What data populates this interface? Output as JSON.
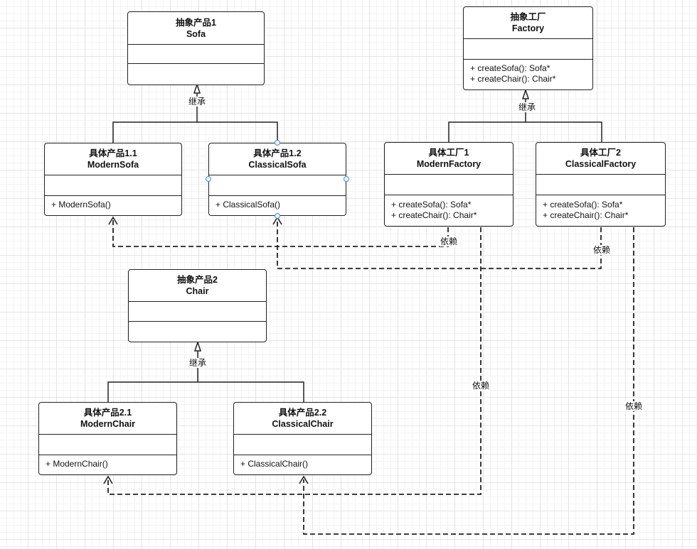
{
  "diagram": {
    "classes": {
      "sofa": {
        "stereotype": "抽象产品1",
        "name": "Sofa",
        "operations": []
      },
      "modern_sofa": {
        "stereotype": "具体产品1.1",
        "name": "ModernSofa",
        "operations": [
          "+ ModernSofa()"
        ]
      },
      "classical_sofa": {
        "stereotype": "具体产品1.2",
        "name": "ClassicalSofa",
        "operations": [
          "+ ClassicalSofa()"
        ]
      },
      "factory": {
        "stereotype": "抽象工厂",
        "name": "Factory",
        "operations": [
          "+ createSofa(): Sofa*",
          "+ createChair(): Chair*"
        ]
      },
      "modern_factory": {
        "stereotype": "具体工厂1",
        "name": "ModernFactory",
        "operations": [
          "+ createSofa(): Sofa*",
          "+ createChair(): Chair*"
        ]
      },
      "classical_factory": {
        "stereotype": "具体工厂2",
        "name": "ClassicalFactory",
        "operations": [
          "+ createSofa(): Sofa*",
          "+ createChair(): Chair*"
        ]
      },
      "chair": {
        "stereotype": "抽象产品2",
        "name": "Chair",
        "operations": []
      },
      "modern_chair": {
        "stereotype": "具体产品2.1",
        "name": "ModernChair",
        "operations": [
          "+ ModernChair()"
        ]
      },
      "classical_chair": {
        "stereotype": "具体产品2.2",
        "name": "ClassicalChair",
        "operations": [
          "+ ClassicalChair()"
        ]
      }
    },
    "relations": {
      "inherit_label": "继承",
      "depend_label": "依赖",
      "inheritance": [
        {
          "parent": "sofa",
          "children": [
            "modern_sofa",
            "classical_sofa"
          ]
        },
        {
          "parent": "factory",
          "children": [
            "modern_factory",
            "classical_factory"
          ]
        },
        {
          "parent": "chair",
          "children": [
            "modern_chair",
            "classical_chair"
          ]
        }
      ],
      "dependency": [
        {
          "from": "modern_factory",
          "to": "modern_sofa"
        },
        {
          "from": "classical_factory",
          "to": "classical_sofa"
        },
        {
          "from": "modern_factory",
          "to": "modern_chair"
        },
        {
          "from": "classical_factory",
          "to": "classical_chair"
        }
      ]
    },
    "selected_class": "classical_sofa"
  }
}
